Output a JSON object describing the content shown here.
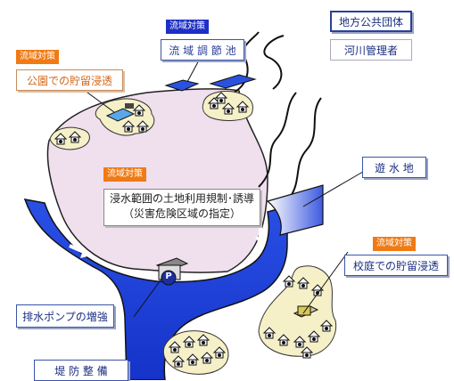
{
  "legend": {
    "local_gov": "地方公共団体",
    "river_admin": "河川管理者"
  },
  "tags": {
    "basin_top": "流域対策",
    "basin_park": "流域対策",
    "basin_center": "流域対策",
    "basin_school": "流域対策"
  },
  "labels": {
    "regulating_pond": "流 域 調 節 池",
    "park_storage": "公園での貯留浸透",
    "retarding_basin": "遊 水 地",
    "land_use_line1": "浸水範囲の土地利用規制･誘導",
    "land_use_line2": "（災害危険区域の指定）",
    "school_storage": "校庭での貯留浸透",
    "pump": "排水ポンプの増強",
    "levee": "堤 防 整 備"
  },
  "icons": {
    "pump_station": "pump-station-icon",
    "parking": "P"
  },
  "colors": {
    "river": "#1f44d8",
    "river_dark": "#0b1a8a",
    "flood_area": "#f0e0ee",
    "settlement": "#f6f0c8",
    "tag_blue": "#1d2fc4",
    "tag_orange": "#f07a14"
  }
}
